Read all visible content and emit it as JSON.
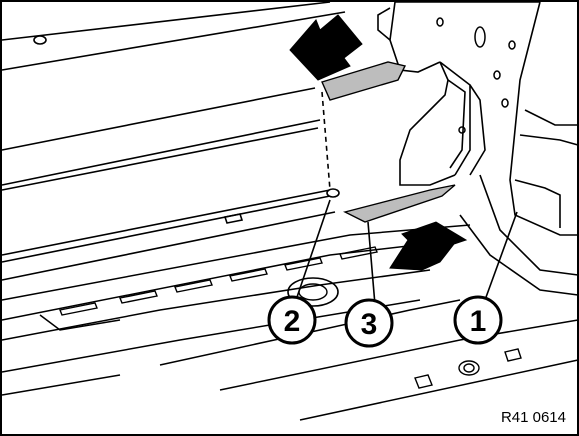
{
  "figure": {
    "reference": "R41 0614",
    "callouts": [
      {
        "id": "1",
        "label": "1"
      },
      {
        "id": "2",
        "label": "2"
      },
      {
        "id": "3",
        "label": "3"
      }
    ],
    "colors": {
      "line": "#000000",
      "background": "#ffffff",
      "panel_shade": "#d9d9d9",
      "insert_shade": "#bdbdbd",
      "arrow": "#000000"
    },
    "icons": [
      "arrow-down-icon",
      "arrow-up-icon"
    ]
  }
}
